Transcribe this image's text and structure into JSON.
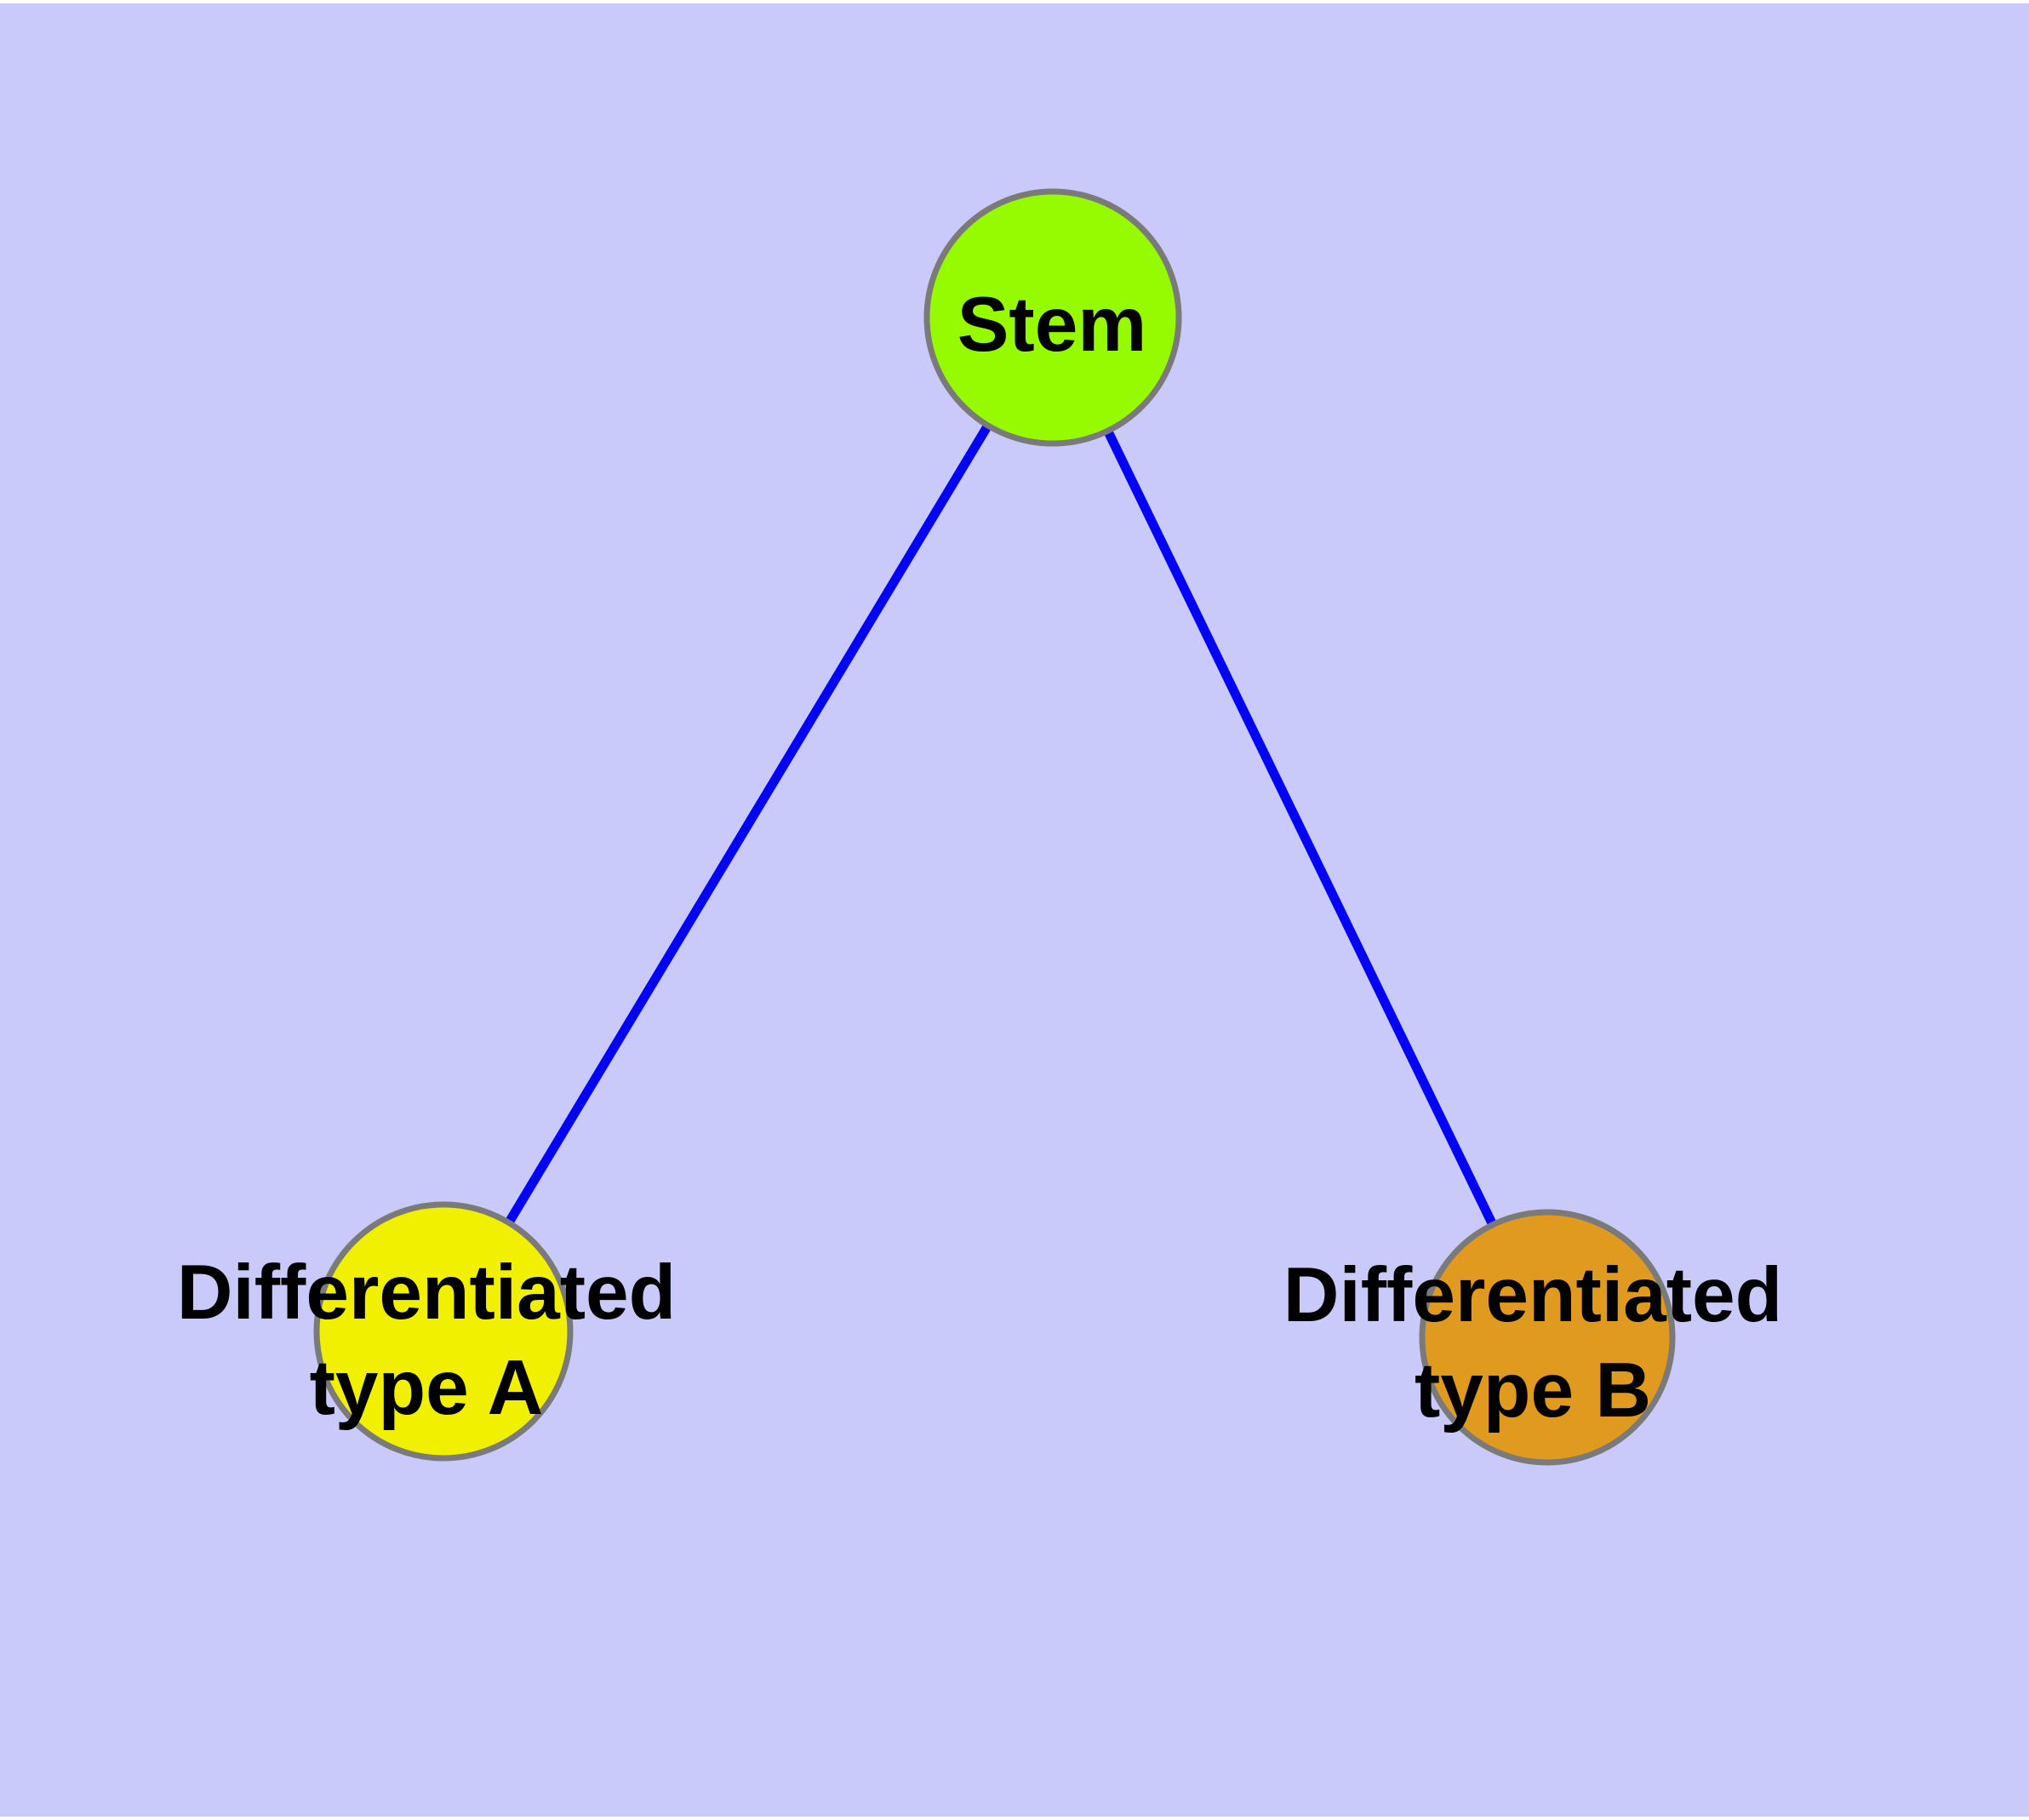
{
  "diagram": {
    "type": "node-link-graph",
    "background_color": "#c9c9fa",
    "frame_color": "#ffffff",
    "edge_color": "#0404f5",
    "node_border_color": "#7a7a7a",
    "label_color": "#000000",
    "nodes": [
      {
        "id": "stem",
        "lines": [
          "Stem"
        ],
        "fill": "#96fa00"
      },
      {
        "id": "type-a",
        "lines": [
          "Differentiated",
          "type A"
        ],
        "fill": "#f0f000"
      },
      {
        "id": "type-b",
        "lines": [
          "Differentiated",
          "type B"
        ],
        "fill": "#e09a20"
      }
    ],
    "edges": [
      {
        "from": "stem",
        "to": "type-a"
      },
      {
        "from": "stem",
        "to": "type-b"
      }
    ]
  }
}
